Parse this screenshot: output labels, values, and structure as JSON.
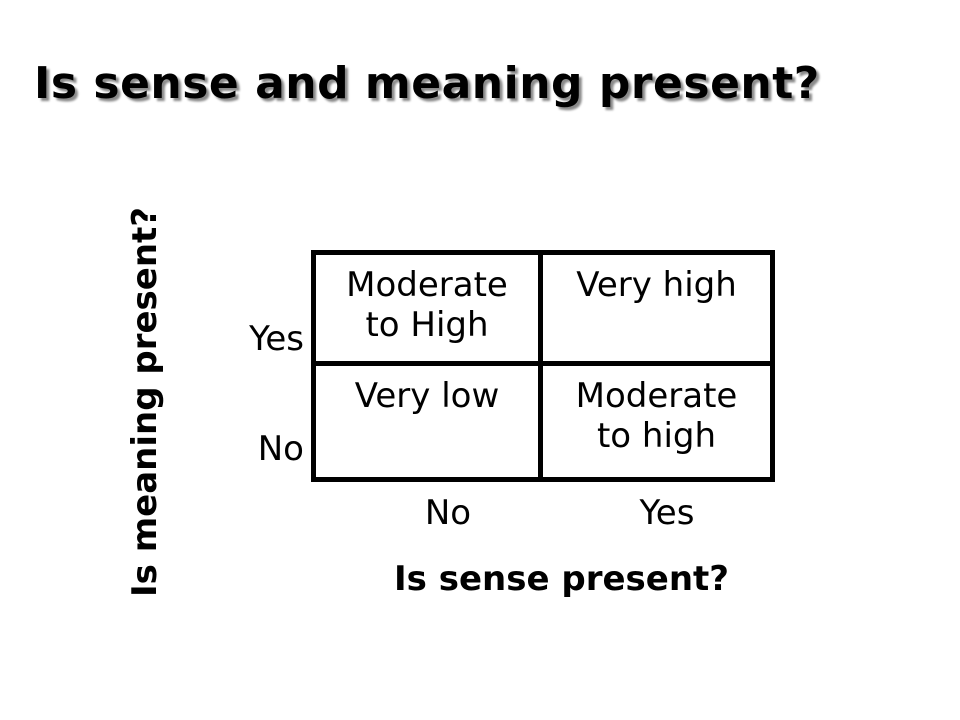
{
  "slide": {
    "title": "Is sense and meaning present?"
  },
  "axes": {
    "y_title": "Is meaning present?",
    "x_title": "Is sense present?",
    "rows": [
      "Yes",
      "No"
    ],
    "columns": [
      "No",
      "Yes"
    ]
  },
  "matrix": {
    "cells": [
      {
        "row": "Yes",
        "column": "No",
        "lines": [
          "Moderate",
          "to High"
        ]
      },
      {
        "row": "Yes",
        "column": "Yes",
        "lines": [
          "Very high"
        ]
      },
      {
        "row": "No",
        "column": "No",
        "lines": [
          "Very low"
        ]
      },
      {
        "row": "No",
        "column": "Yes",
        "lines": [
          "Moderate",
          "to high"
        ]
      }
    ]
  }
}
